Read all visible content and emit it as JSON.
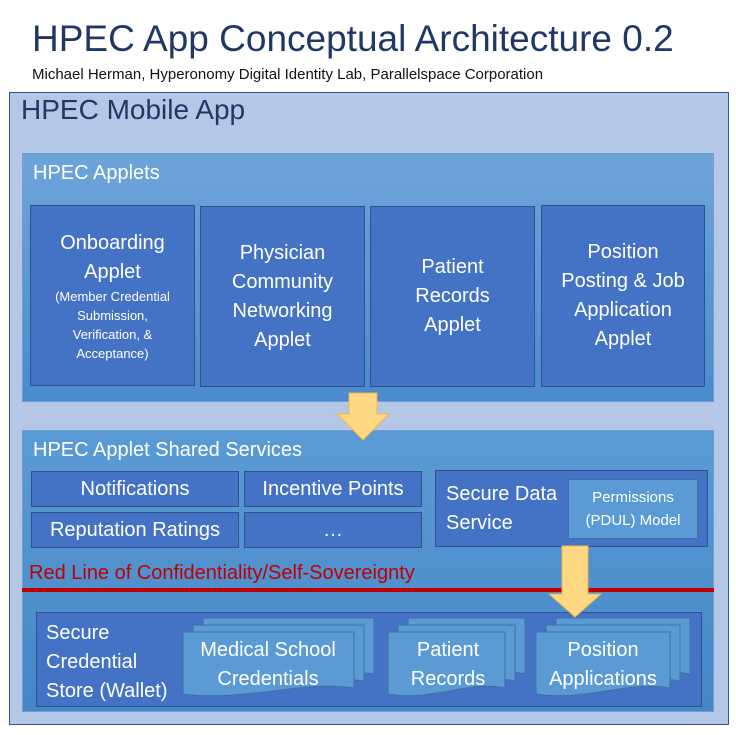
{
  "header": {
    "title": "HPEC App Conceptual Architecture 0.2",
    "subtitle": "Michael Herman, Hyperonomy Digital Identity Lab, Parallelspace Corporation"
  },
  "app": {
    "title": "HPEC Mobile App"
  },
  "applets": {
    "title": "HPEC Applets",
    "items": [
      {
        "l1": "Onboarding",
        "l2": "Applet",
        "note1": "(Member Credential",
        "note2": "Submission,",
        "note3": "Verification, &",
        "note4": "Acceptance)"
      },
      {
        "l1": "Physician",
        "l2": "Community",
        "l3": "Networking",
        "l4": "Applet"
      },
      {
        "l1": "Patient",
        "l2": "Records",
        "l3": "Applet"
      },
      {
        "l1": "Position",
        "l2": "Posting & Job",
        "l3": "Application",
        "l4": "Applet"
      }
    ]
  },
  "shared": {
    "title": "HPEC Applet Shared Services",
    "notifications": "Notifications",
    "incentive": "Incentive Points",
    "reputation": "Reputation Ratings",
    "more": "…",
    "secure1": "Secure Data",
    "secure2": "Service",
    "perm1": "Permissions",
    "perm2": "(PDUL) Model"
  },
  "redline": {
    "label": "Red Line of Confidentiality/Self-Sovereignty",
    "color": "#c00000"
  },
  "wallet": {
    "l1": "Secure",
    "l2": "Credential",
    "l3": "Store (Wallet)",
    "docs": [
      {
        "l1": "Medical School",
        "l2": "Credentials"
      },
      {
        "l1": "Patient",
        "l2": "Records"
      },
      {
        "l1": "Position",
        "l2": "Applications"
      }
    ]
  }
}
